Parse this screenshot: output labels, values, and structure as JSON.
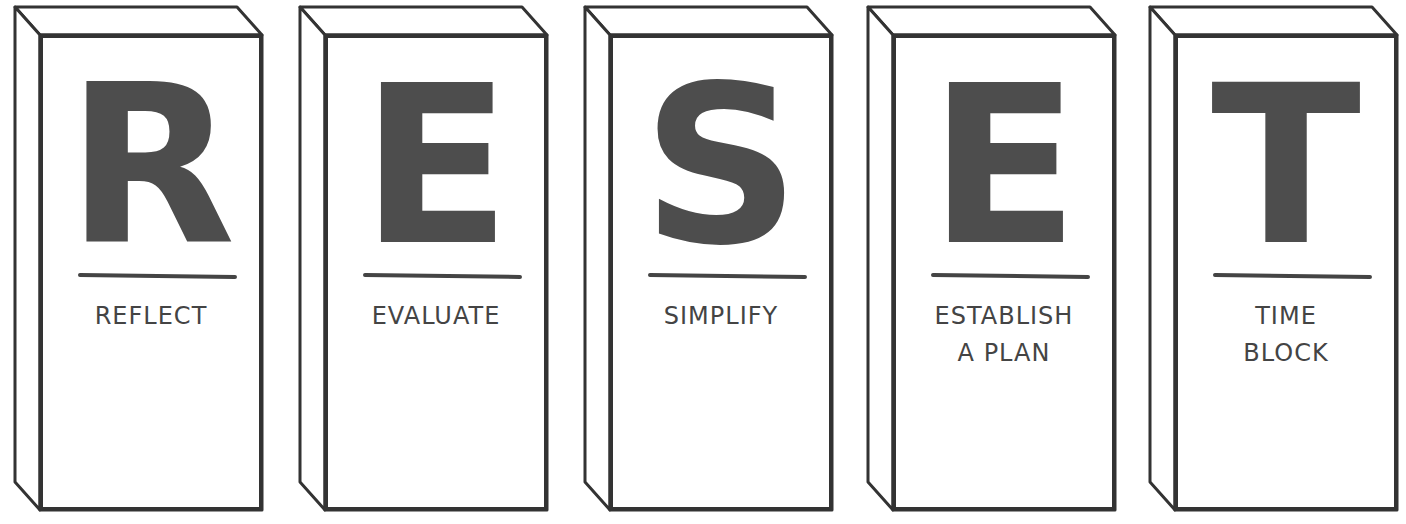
{
  "diagram": {
    "nodes": [
      {
        "text": [
          "R",
          "REFLECT"
        ]
      },
      {
        "text": [
          "E",
          "EVALUATE"
        ]
      },
      {
        "text": [
          "S",
          "SIMPLIFY"
        ]
      },
      {
        "text": [
          "E",
          "ESTABLISH A PLAN"
        ]
      },
      {
        "text": [
          "T",
          "TIME BLOCK"
        ]
      }
    ]
  }
}
